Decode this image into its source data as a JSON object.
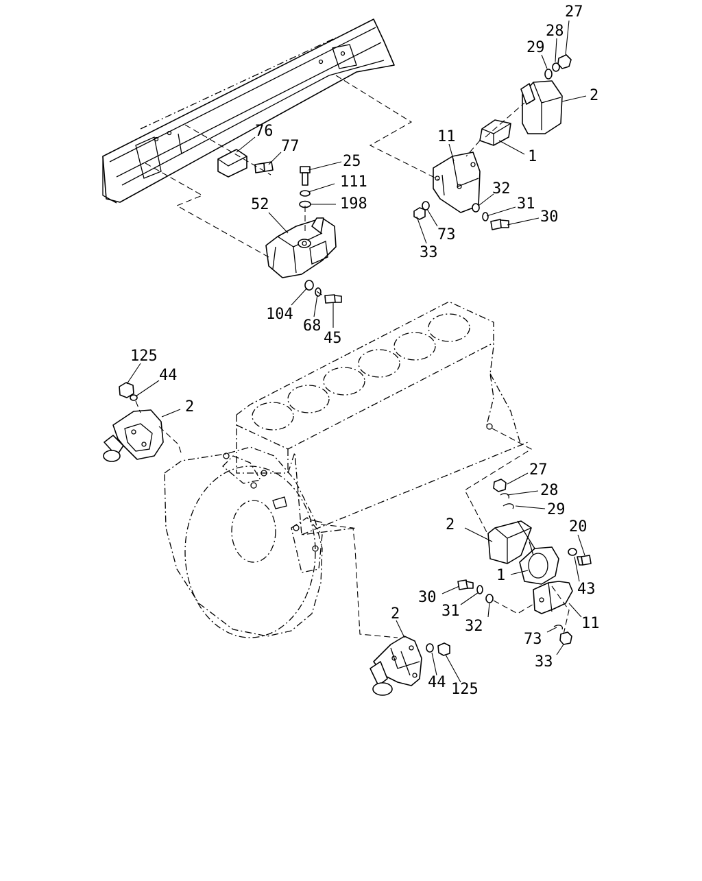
{
  "callouts": {
    "c27a": "27",
    "c28a": "28",
    "c29a": "29",
    "c2a": "2",
    "c1a": "1",
    "c11a": "11",
    "c76": "76",
    "c77": "77",
    "c25": "25",
    "c111": "111",
    "c198": "198",
    "c52": "52",
    "c32a": "32",
    "c31a": "31",
    "c30a": "30",
    "c73a": "73",
    "c33a": "33",
    "c104": "104",
    "c68": "68",
    "c45": "45",
    "c125a": "125",
    "c44a": "44",
    "c2b": "2",
    "c27b": "27",
    "c28b": "28",
    "c29b": "29",
    "c2c": "2",
    "c20": "20",
    "c1b": "1",
    "c43": "43",
    "c30b": "30",
    "c31b": "31",
    "c32b": "32",
    "c11b": "11",
    "c73b": "73",
    "c33b": "33",
    "c2d": "2",
    "c44b": "44",
    "c125b": "125"
  }
}
